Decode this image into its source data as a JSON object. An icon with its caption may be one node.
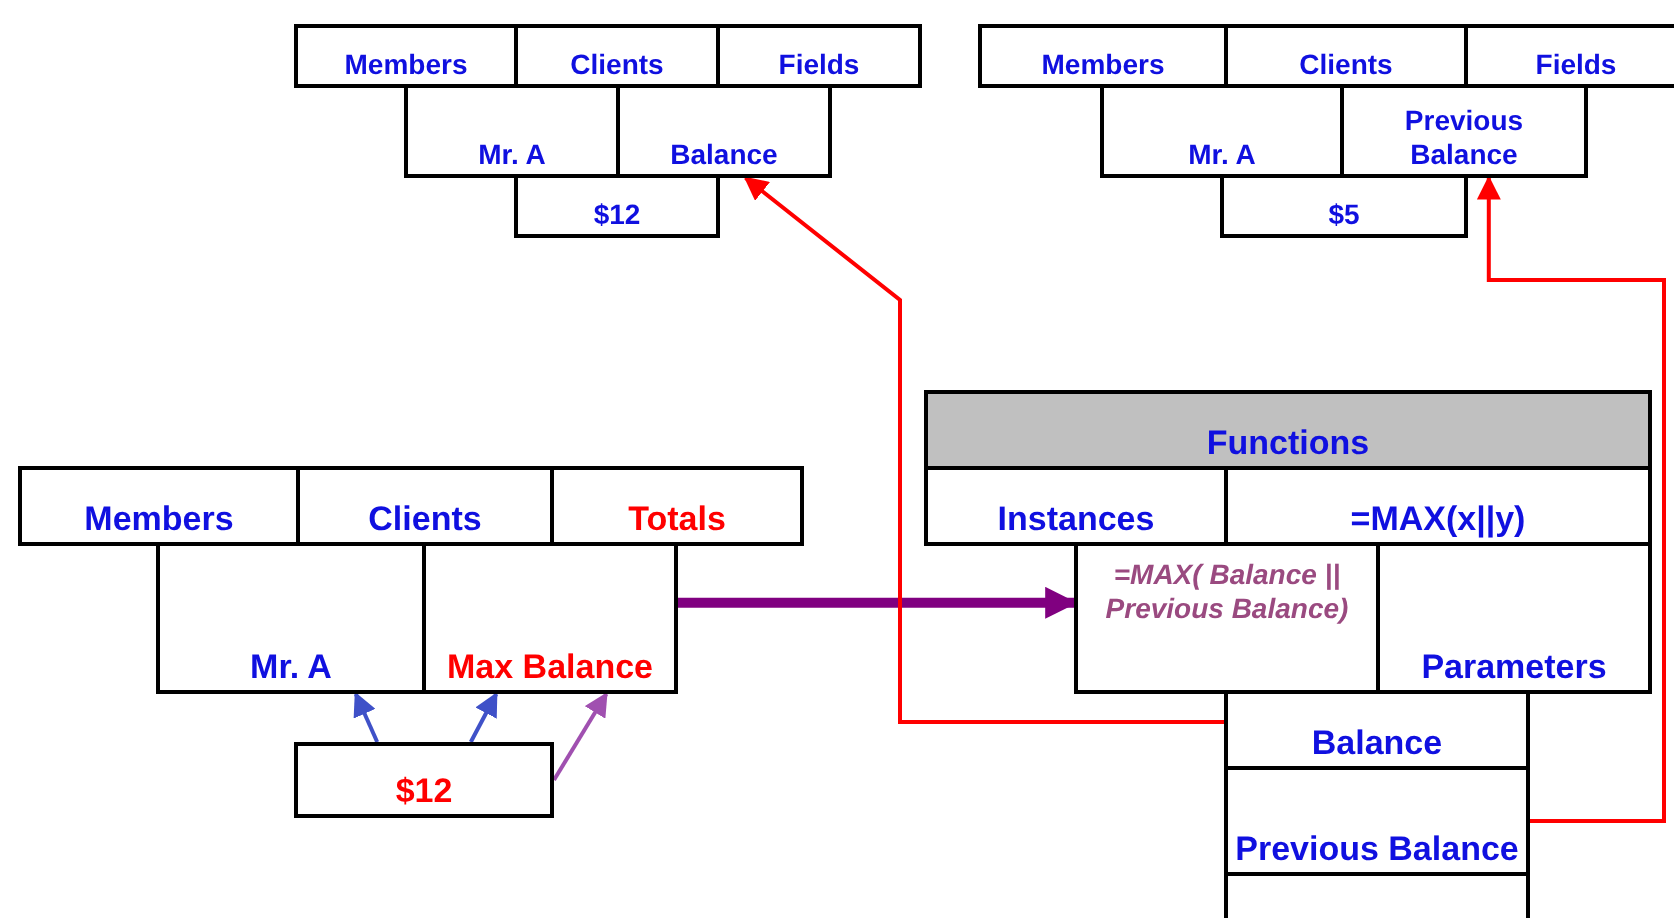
{
  "diagram": {
    "nodes": [
      {
        "text": [
          "Members"
        ]
      },
      {
        "text": [
          "Clients"
        ]
      },
      {
        "text": [
          "Fields"
        ]
      },
      {
        "text": [
          "Mr. A"
        ]
      },
      {
        "text": [
          "Balance"
        ]
      },
      {
        "text": [
          "$12"
        ]
      },
      {
        "text": [
          "Members"
        ]
      },
      {
        "text": [
          "Clients"
        ]
      },
      {
        "text": [
          "Fields"
        ]
      },
      {
        "text": [
          "Mr. A"
        ]
      },
      {
        "text": [
          "Previous Balance"
        ]
      },
      {
        "text": [
          "$5"
        ]
      },
      {
        "text": [
          "Members"
        ]
      },
      {
        "text": [
          "Clients"
        ]
      },
      {
        "text": [
          "Totals"
        ]
      },
      {
        "text": [
          "Mr. A"
        ]
      },
      {
        "text": [
          "Max Balance"
        ]
      },
      {
        "text": [
          "$12"
        ]
      },
      {
        "text": [
          "Functions"
        ]
      },
      {
        "text": [
          "Instances"
        ]
      },
      {
        "text": [
          "=MAX(x||y)"
        ]
      },
      {
        "text": [
          "**=MAX(** Balance || Previous Balance)"
        ]
      },
      {
        "text": [
          "Parameters"
        ]
      },
      {
        "text": [
          "Balance"
        ]
      },
      {
        "text": [
          "Previous Balance"
        ]
      },
      {
        "text": [],
        "shape": "box"
      }
    ],
    "edges": [
      {
        "from": 17,
        "to": 15,
        "arrow": "to",
        "color": "#3f51c8"
      },
      {
        "from": 17,
        "to": 16,
        "arrow": "to",
        "color": "#3f51c8"
      },
      {
        "from": 17,
        "to": 16,
        "arrow": "to",
        "color": "#a050b0"
      },
      {
        "from": 16,
        "to": 21,
        "arrow": "to",
        "style": "thick",
        "color": "#800080"
      },
      {
        "from": 23,
        "to": 4,
        "arrow": "to",
        "color": "#ff0000"
      },
      {
        "from": 24,
        "to": 10,
        "arrow": "to",
        "color": "#ff0000"
      }
    ]
  }
}
